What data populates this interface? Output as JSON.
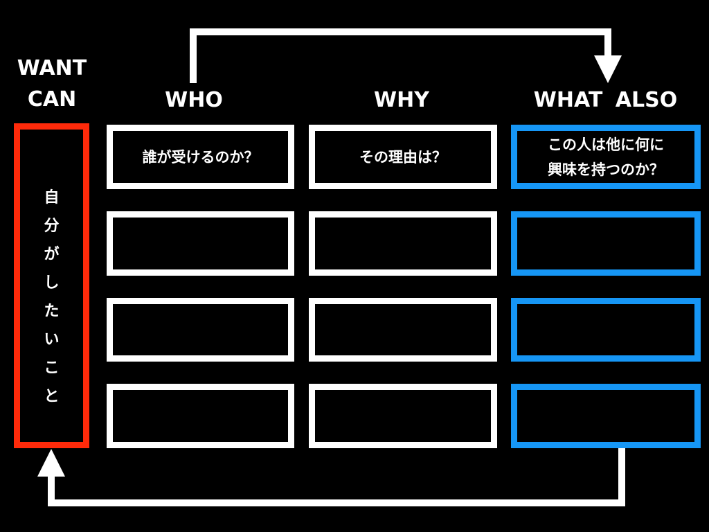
{
  "headers": {
    "want": "WANT",
    "can": "CAN",
    "who": "WHO",
    "why": "WHY",
    "what_also": "WHAT  ALSO"
  },
  "want_box": {
    "text": "自分がしたいこと"
  },
  "who_boxes": [
    "誰が受けるのか？",
    "",
    "",
    ""
  ],
  "why_boxes": [
    "その理由は？",
    "",
    "",
    ""
  ],
  "what_boxes": [
    {
      "line1": "この人は他に何に",
      "line2": "興味を持つのか？"
    },
    {
      "line1": "",
      "line2": ""
    },
    {
      "line1": "",
      "line2": ""
    },
    {
      "line1": "",
      "line2": ""
    }
  ],
  "colors": {
    "background": "#000000",
    "white_border": "#ffffff",
    "blue_border": "#1696f5",
    "red_border": "#ff2a0a",
    "arrow": "#ffffff"
  }
}
